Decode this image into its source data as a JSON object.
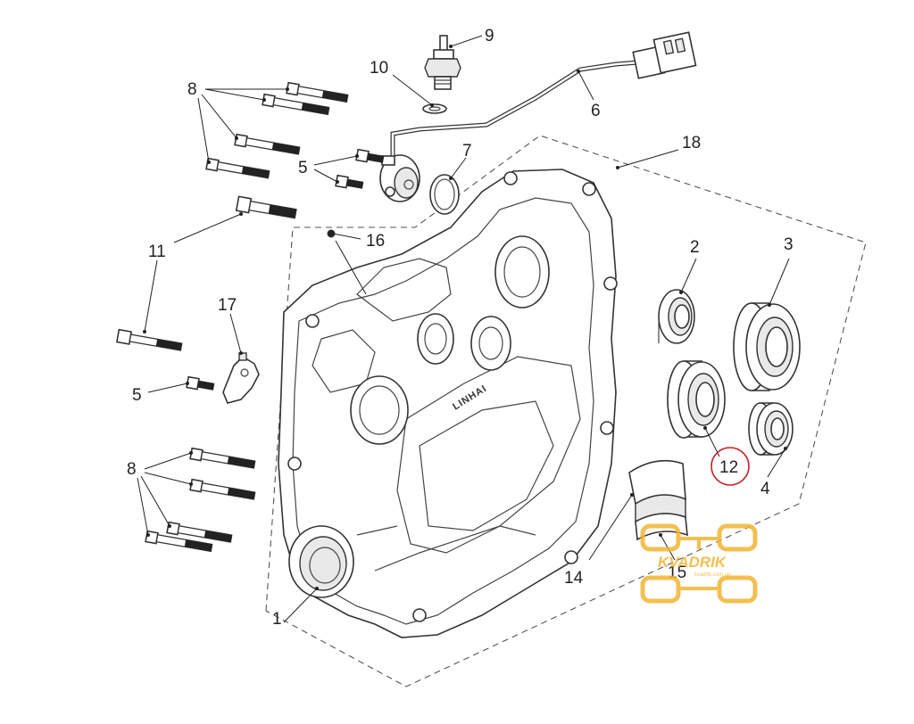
{
  "callouts": {
    "c1": "1",
    "c2": "2",
    "c3": "3",
    "c4": "4",
    "c5a": "5",
    "c5b": "5",
    "c6": "6",
    "c7": "7",
    "c8a": "8",
    "c8b": "8",
    "c9": "9",
    "c10": "10",
    "c11": "11",
    "c12": "12",
    "c14": "14",
    "c15": "15",
    "c16": "16",
    "c17": "17",
    "c18": "18"
  },
  "casing_marking": "LINHAI",
  "watermark": {
    "brand": "KVADRIK",
    "subtitle": "kvadrik.com.ua"
  },
  "highlight": {
    "callout": "12",
    "color": "#c0202a"
  }
}
